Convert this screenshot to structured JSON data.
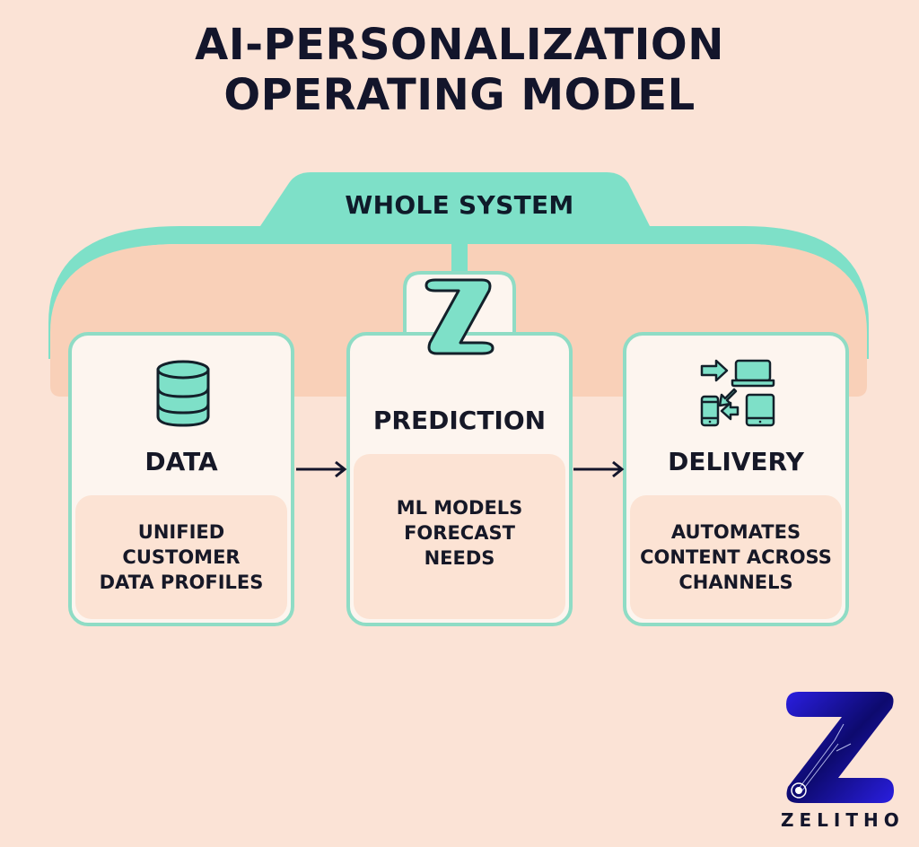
{
  "title": {
    "line1": "AI-PERSONALIZATION",
    "line2": "OPERATING MODEL"
  },
  "whole_system": {
    "label": "WHOLE SYSTEM"
  },
  "stages": [
    {
      "id": "data",
      "title": "DATA",
      "icon": "database-icon",
      "description": [
        "UNIFIED",
        "CUSTOMER",
        "DATA PROFILES"
      ]
    },
    {
      "id": "prediction",
      "title": "PREDICTION",
      "icon": "z-logo-icon",
      "description": [
        "ML MODELS",
        "FORECAST",
        "NEEDS"
      ]
    },
    {
      "id": "delivery",
      "title": "DELIVERY",
      "icon": "multi-device-icon",
      "description": [
        "AUTOMATES",
        "CONTENT ACROSS",
        "CHANNELS"
      ]
    }
  ],
  "flow": [
    "DATA → PREDICTION",
    "PREDICTION → DELIVERY"
  ],
  "brand": {
    "name": "ZELITHO"
  },
  "colors": {
    "background": "#fbe3d6",
    "accent_teal": "#7ee0c8",
    "card_fill": "#fdf5ef",
    "card_border": "#8fdcc5",
    "sub_panel": "#fce3d4",
    "umbrella_fill": "#f9d0b8",
    "text": "#141627",
    "brand_blue": "#1a10c8"
  }
}
